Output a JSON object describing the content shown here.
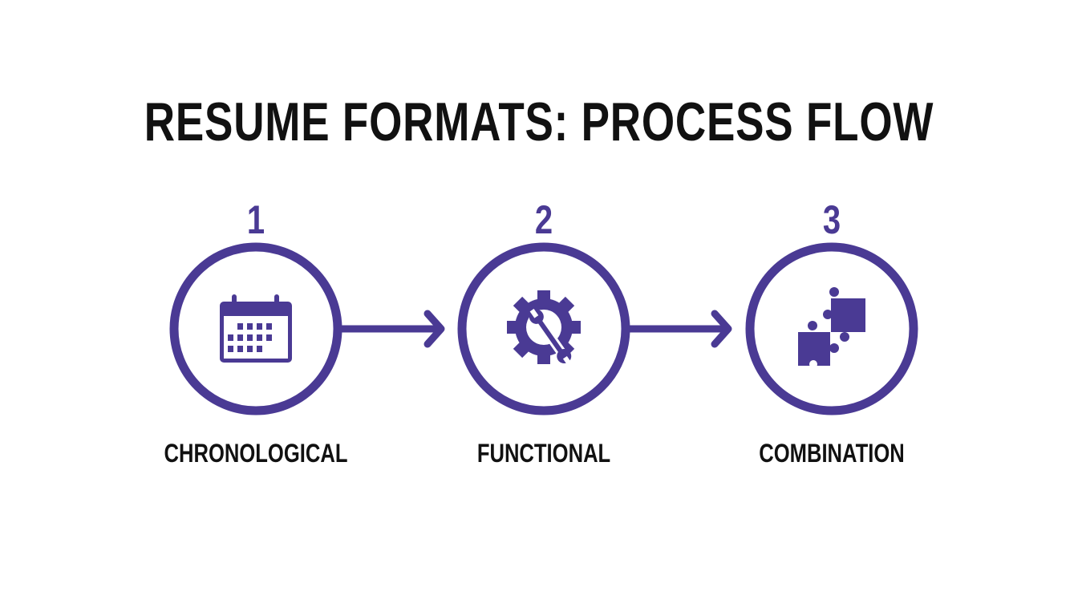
{
  "title": "RESUME FORMATS: PROCESS FLOW",
  "accent_color": "#4a3a94",
  "steps": [
    {
      "number": "1",
      "label": "CHRONOLOGICAL",
      "icon": "calendar-icon"
    },
    {
      "number": "2",
      "label": "FUNCTIONAL",
      "icon": "gear-wrench-icon"
    },
    {
      "number": "3",
      "label": "COMBINATION",
      "icon": "puzzle-icon"
    }
  ]
}
